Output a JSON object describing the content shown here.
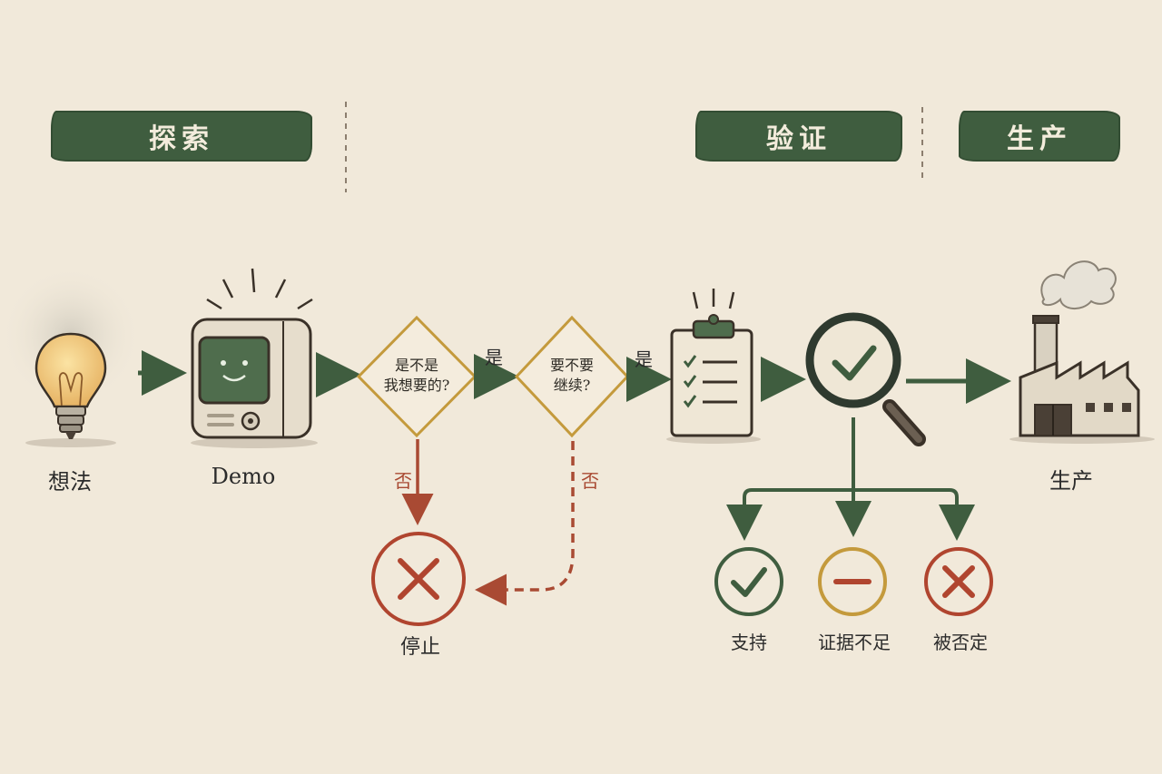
{
  "stages": {
    "explore": "探索",
    "verify": "验证",
    "production": "生产"
  },
  "nodes": {
    "idea": "想法",
    "demo": "Demo",
    "decision_1_line1": "是不是",
    "decision_1_line2": "我想要的?",
    "decision_2_line1": "要不要",
    "decision_2_line2": "继续?",
    "stop": "停止",
    "production": "生产"
  },
  "edges": {
    "yes_1": "是",
    "yes_2": "是",
    "no_1": "否",
    "no_2": "否"
  },
  "outcomes": {
    "support": "支持",
    "insufficient": "证据不足",
    "rejected": "被否定"
  },
  "colors": {
    "background": "#f1e9da",
    "green": "#3f5d3f",
    "brown": "#b0452f",
    "gold": "#c49a3c",
    "ink": "#2b2b2b"
  }
}
